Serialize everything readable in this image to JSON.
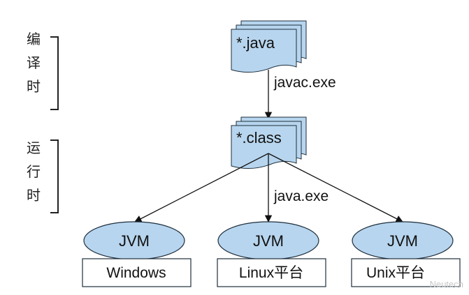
{
  "compile_label": "编\n译\n时",
  "runtime_label": "运\n行\n时",
  "source_file": "*.java",
  "compiler": "javac.exe",
  "class_file": "*.class",
  "launcher": "java.exe",
  "jvm_nodes": [
    {
      "jvm_label": "JVM",
      "platform": "Windows"
    },
    {
      "jvm_label": "JVM",
      "platform": "Linux平台"
    },
    {
      "jvm_label": "JVM",
      "platform": "Unix平台"
    }
  ],
  "watermark": "Neutech"
}
